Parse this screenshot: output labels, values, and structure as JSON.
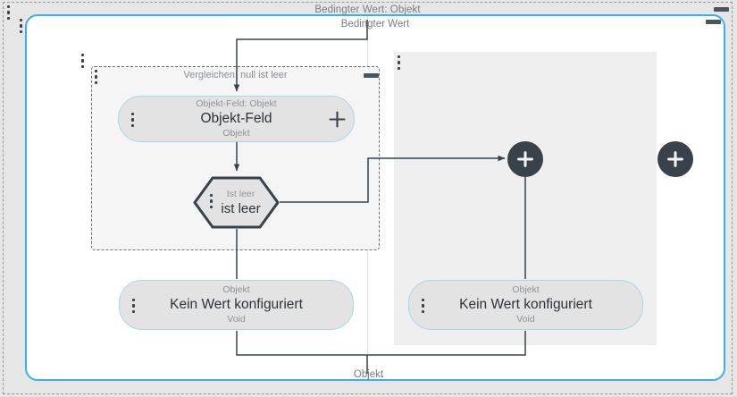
{
  "outer_group": {
    "title": "Bedingter Wert: Objekt",
    "collapse_icon": "minus-icon",
    "drag_handle_icon": "dots-vertical-icon"
  },
  "conditional_frame": {
    "title": "Bedingter Wert",
    "collapse_icon": "minus-icon",
    "drag_handle_icon": "dots-vertical-icon",
    "accent_color": "#3daee9",
    "bottom_label": "Objekt"
  },
  "compare_group": {
    "title": "Vergleichen: null ist leer",
    "collapse_icon": "minus-icon",
    "drag_handle_icon": "dots-vertical-icon"
  },
  "nodes": {
    "object_field": {
      "type_label": "Objekt-Feld: Objekt",
      "name": "Objekt-Feld",
      "return_label": "Objekt",
      "add_icon": "plus-icon",
      "menu_icon": "dots-vertical-icon",
      "border_color": "#aad7e4",
      "fill_color": "#e3e3e3"
    },
    "is_empty": {
      "type_label": "Ist leer",
      "name": "ist leer",
      "menu_icon": "dots-vertical-icon",
      "border_color": "#39424b",
      "fill_color": "#e3e3e3"
    },
    "no_value_left": {
      "type_label": "Objekt",
      "name": "Kein Wert konfiguriert",
      "return_label": "Void",
      "menu_icon": "dots-vertical-icon",
      "border_color": "#aad7e4",
      "fill_color": "#e3e3e3"
    },
    "no_value_right": {
      "type_label": "Objekt",
      "name": "Kein Wert konfiguriert",
      "return_label": "Void",
      "menu_icon": "dots-vertical-icon",
      "border_color": "#aad7e4",
      "fill_color": "#e3e3e3"
    }
  },
  "add_buttons": {
    "branch_add": {
      "icon": "plus-circle-icon",
      "color": "#39424b"
    },
    "outer_add": {
      "icon": "plus-circle-icon",
      "color": "#39424b"
    }
  },
  "right_panel": {
    "drag_handle_icon": "dots-vertical-icon",
    "fill_color": "#efefef"
  }
}
